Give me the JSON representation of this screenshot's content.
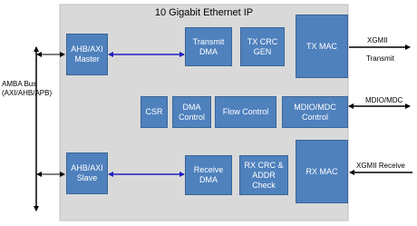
{
  "title": "10 Gigabit Ethernet IP",
  "bus_label": "AMBA Bus\n(AXI/AHB/APB)",
  "blocks": {
    "ahb_master": "AHB/AXI\nMaster",
    "transmit_dma": "Transmit\nDMA",
    "tx_crc": "TX CRC\nGEN",
    "tx_mac": "TX MAC",
    "csr": "CSR",
    "dma_control": "DMA\nControl",
    "flow_control": "Flow Control",
    "mdio_control": "MDIO/MDC\nControl",
    "ahb_slave": "AHB/AXI\nSlave",
    "receive_dma": "Receive\nDMA",
    "rx_crc": "RX CRC &\nADDR\nCheck",
    "rx_mac": "RX MAC"
  },
  "ports": {
    "xgmii": "XGMII",
    "transmit": "Transmit",
    "mdio_mdc": "MDIO/MDC",
    "xgmii_receive": "XGMII Receive"
  },
  "colors": {
    "block_fill": "#4f81bd",
    "block_border": "#3a6597",
    "ip_background": "#d9d9d9",
    "connector": "#1f1fbf",
    "arrow": "#000000"
  }
}
